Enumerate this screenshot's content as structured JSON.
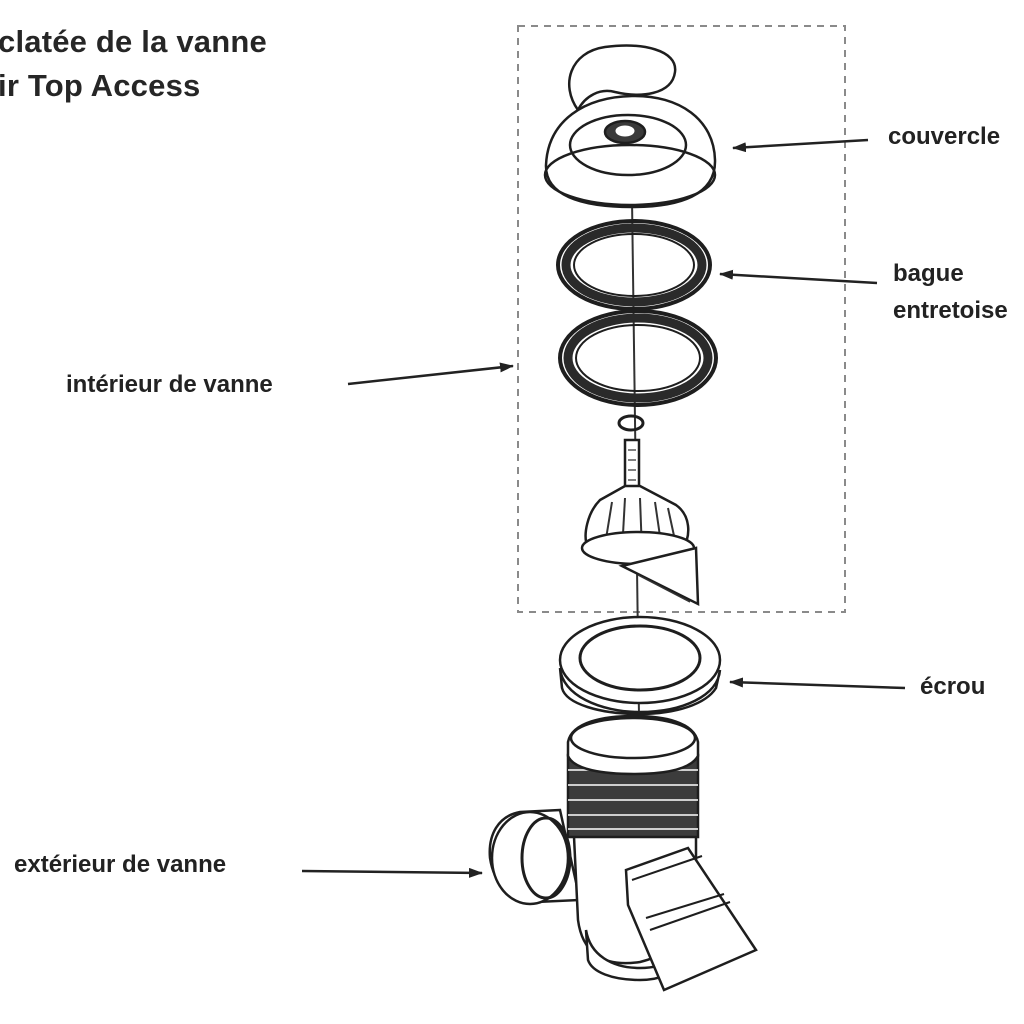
{
  "title": {
    "line1": "clatée de la vanne",
    "line2": "ir Top Access"
  },
  "labels": {
    "couvercle": "couvercle",
    "bague_line1": "bague",
    "bague_line2": "entretoise",
    "interieur": "intérieur de vanne",
    "ecrou": "écrou",
    "exterieur": "extérieur de vanne"
  }
}
